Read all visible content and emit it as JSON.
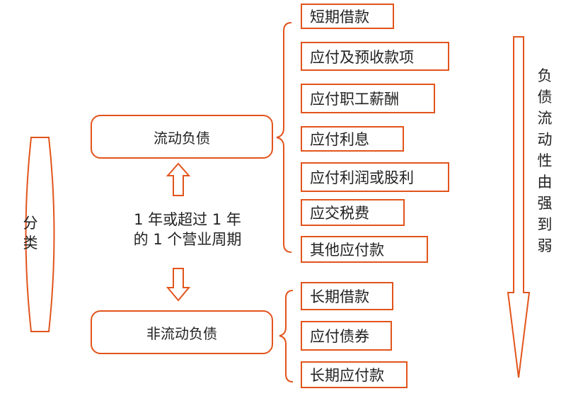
{
  "diagram": {
    "classification_label": "分\n类",
    "current_liabilities": {
      "label": "流动负债",
      "items": [
        "短期借款",
        "应付及预收款项",
        "应付职工薪酬",
        "应付利息",
        "应付利润或股利",
        "应交税费",
        "其他应付款"
      ]
    },
    "noncurrent_liabilities": {
      "label": "非流动负债",
      "items": [
        "长期借款",
        "应付债券",
        "长期应付款"
      ]
    },
    "criterion": {
      "line1": "1 年或超过 1 年",
      "line2": "的 1 个营业周期"
    },
    "liquidity_order": "负债流动性由强到弱",
    "accent_color": "#e2541c"
  }
}
